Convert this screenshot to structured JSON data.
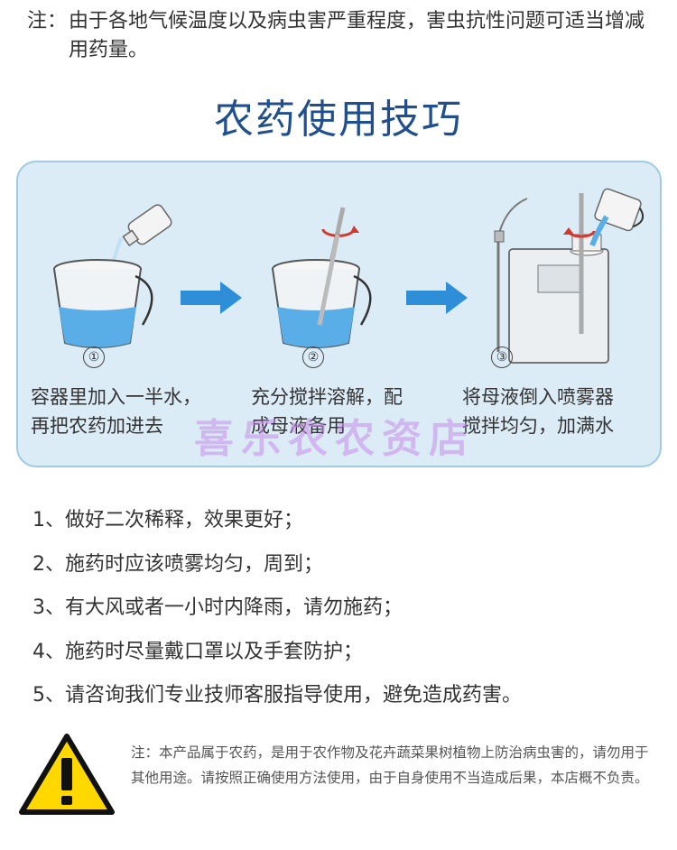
{
  "top_note": {
    "label": "注：",
    "text": "由于各地气候温度以及病虫害严重程度，害虫抗性问题可适当增减用药量。"
  },
  "title": "农药使用技巧",
  "steps": [
    {
      "number": "①",
      "line1": "容器里加入一半水，",
      "line2": "再把农药加进去"
    },
    {
      "number": "②",
      "line1": "充分搅拌溶解，配",
      "line2": "成母液备用"
    },
    {
      "number": "③",
      "line1": "将母液倒入喷雾器",
      "line2": "搅拌均匀，加满水"
    }
  ],
  "watermark": "喜乐农农资店",
  "tips": [
    "1、做好二次稀释，效果更好；",
    "2、施药时应该喷雾均匀，周到；",
    "3、有大风或者一小时内降雨，请勿施药；",
    "4、施药时尽量戴口罩以及手套防护；",
    "5、请咨询我们专业技师客服指导使用，避免造成药害。"
  ],
  "disclaimer": "注：本产品属于农药，是用于农作物及花卉蔬菜果树植物上防治病虫害的，请勿用于其他用途。请按照正确使用方法使用，由于自身使用不当造成后果，本店概不负责。",
  "colors": {
    "title": "#1f4f8f",
    "panel_bg": "#dcecf6",
    "panel_border": "#9fcbe5",
    "arrow": "#2e8fd8",
    "water": "#5aaee8",
    "warning_yellow": "#ffd800"
  }
}
